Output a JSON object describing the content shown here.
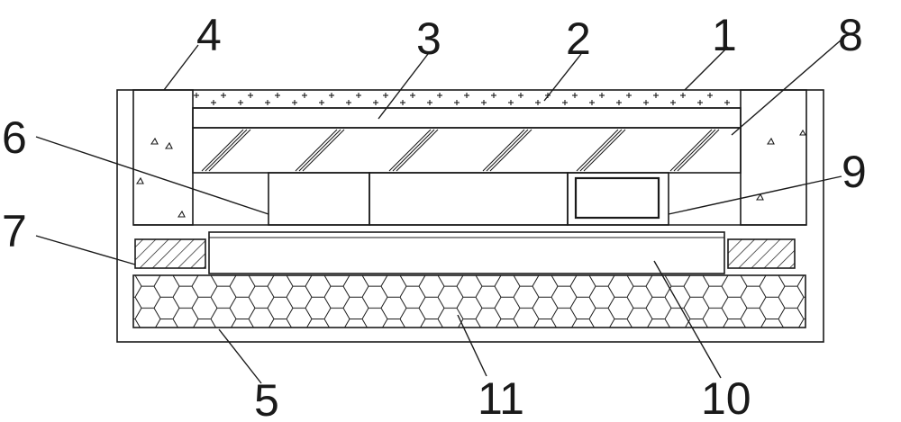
{
  "diagram": {
    "labels": {
      "l1": "1",
      "l2": "2",
      "l3": "3",
      "l4": "4",
      "l5": "5",
      "l6": "6",
      "l7": "7",
      "l8": "8",
      "l9": "9",
      "l10": "10",
      "l11": "11"
    },
    "stroke_color": "#1a1a1a",
    "background_color": "#ffffff"
  }
}
